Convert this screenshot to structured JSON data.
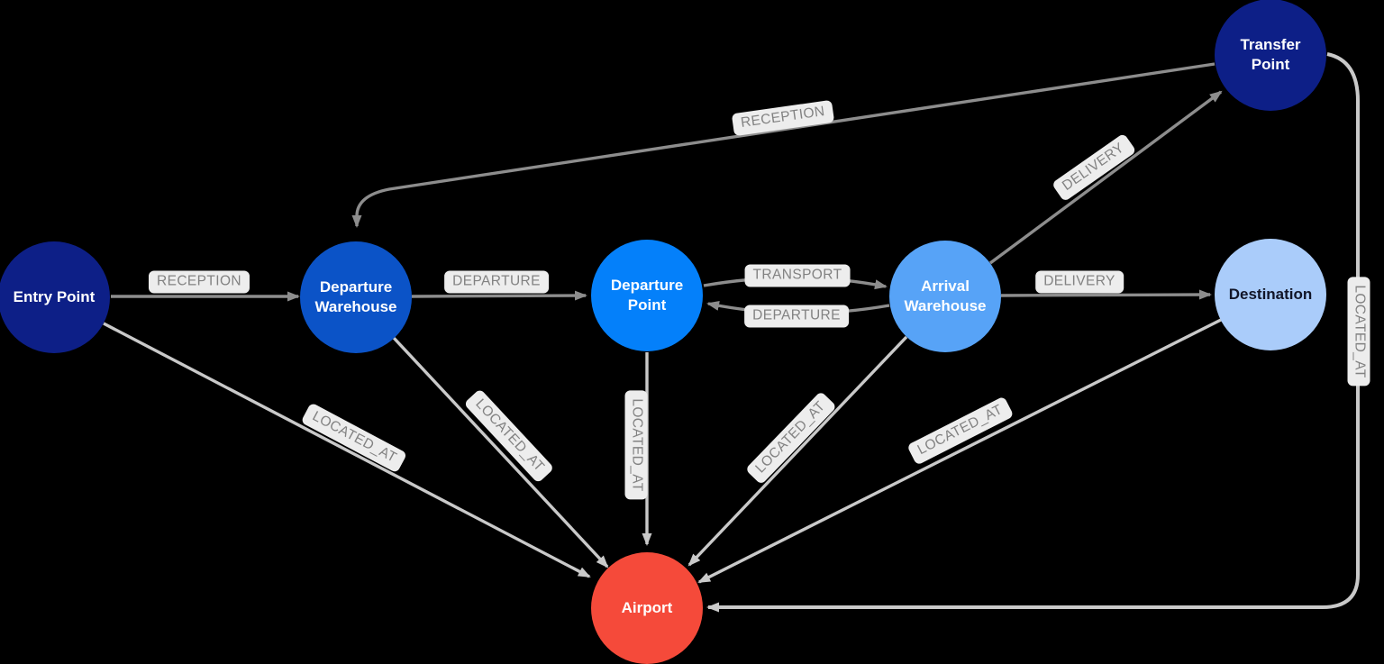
{
  "diagram": {
    "title": "logistics-graph",
    "background_color": "#000000",
    "edge_colors": {
      "relationship": "#8d8d8d",
      "located_at": "#c9c9c9"
    },
    "label_pill": {
      "background": "#ededed",
      "text_color": "#828282"
    },
    "nodes": [
      {
        "id": "entry-point",
        "label": "Entry Point",
        "color": "#0d1f87",
        "text_color": "#ffffff"
      },
      {
        "id": "departure-warehouse",
        "label": "Departure Warehouse",
        "color": "#0b53c7",
        "text_color": "#ffffff"
      },
      {
        "id": "departure-point",
        "label": "Departure Point",
        "color": "#0480fa",
        "text_color": "#ffffff"
      },
      {
        "id": "arrival-warehouse",
        "label": "Arrival Warehouse",
        "color": "#57a3f7",
        "text_color": "#ffffff"
      },
      {
        "id": "destination",
        "label": "Destination",
        "color": "#aaccfa",
        "text_color": "#111528"
      },
      {
        "id": "transfer-point",
        "label": "Transfer Point",
        "color": "#0d1f87",
        "text_color": "#ffffff"
      },
      {
        "id": "airport",
        "label": "Airport",
        "color": "#f54a3a",
        "text_color": "#ffffff"
      }
    ],
    "edges": [
      {
        "from": "entry-point",
        "to": "departure-warehouse",
        "label": "RECEPTION",
        "type": "relationship"
      },
      {
        "from": "departure-warehouse",
        "to": "departure-point",
        "label": "DEPARTURE",
        "type": "relationship"
      },
      {
        "from": "departure-point",
        "to": "arrival-warehouse",
        "label": "TRANSPORT",
        "type": "relationship"
      },
      {
        "from": "arrival-warehouse",
        "to": "departure-point",
        "label": "DEPARTURE",
        "type": "relationship"
      },
      {
        "from": "arrival-warehouse",
        "to": "destination",
        "label": "DELIVERY",
        "type": "relationship"
      },
      {
        "from": "arrival-warehouse",
        "to": "transfer-point",
        "label": "DELIVERY",
        "type": "relationship"
      },
      {
        "from": "transfer-point",
        "to": "departure-warehouse",
        "label": "RECEPTION",
        "type": "relationship"
      },
      {
        "from": "entry-point",
        "to": "airport",
        "label": "LOCATED_AT",
        "type": "located_at"
      },
      {
        "from": "departure-warehouse",
        "to": "airport",
        "label": "LOCATED_AT",
        "type": "located_at"
      },
      {
        "from": "departure-point",
        "to": "airport",
        "label": "LOCATED_AT",
        "type": "located_at"
      },
      {
        "from": "arrival-warehouse",
        "to": "airport",
        "label": "LOCATED_AT",
        "type": "located_at"
      },
      {
        "from": "destination",
        "to": "airport",
        "label": "LOCATED_AT",
        "type": "located_at"
      },
      {
        "from": "transfer-point",
        "to": "airport",
        "label": "LOCATED_AT",
        "type": "located_at"
      }
    ]
  }
}
